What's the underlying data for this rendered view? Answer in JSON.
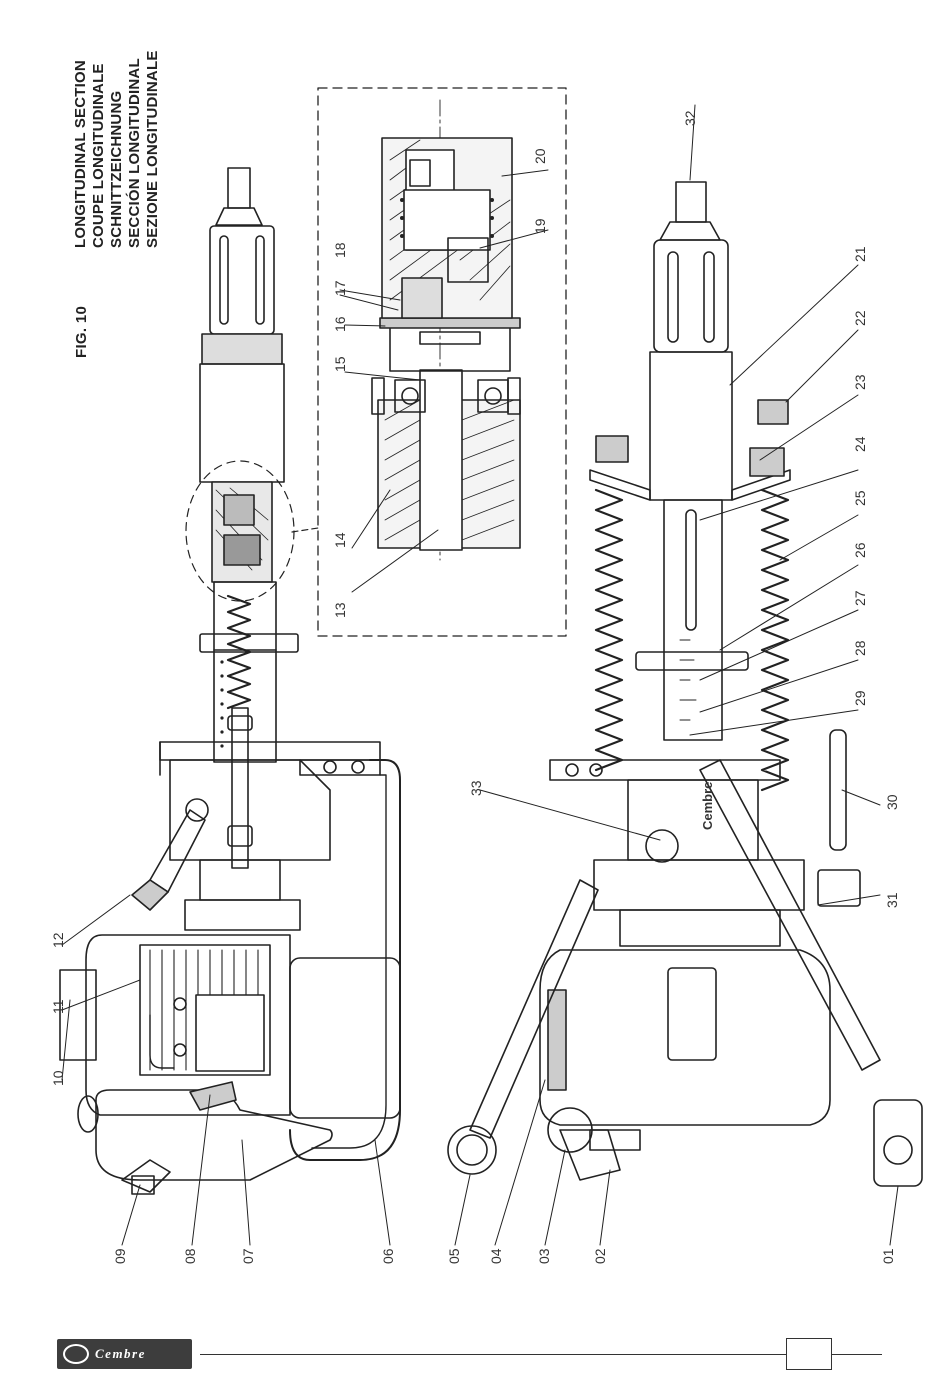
{
  "figure": {
    "label": "FIG. 10",
    "captions": [
      "LONGITUDINAL SECTION",
      "COUPE LONGITUDINALE",
      "SCHNITTZEICHNUNG",
      "SECCIÓN LONGITUDINAL",
      "SEZIONE LONGITUDINALE"
    ]
  },
  "callouts": {
    "top_view": [
      "12",
      "11",
      "10",
      "09",
      "08",
      "07",
      "06"
    ],
    "detail": [
      "18",
      "17",
      "16",
      "15",
      "14",
      "13",
      "19",
      "20"
    ],
    "bottom_view": [
      "32",
      "21",
      "22",
      "23",
      "24",
      "25",
      "26",
      "27",
      "28",
      "29",
      "33",
      "30",
      "31",
      "05",
      "04",
      "03",
      "02",
      "01"
    ]
  },
  "brand": {
    "logo_text": "Cembre",
    "housing_label": "Cembre"
  }
}
